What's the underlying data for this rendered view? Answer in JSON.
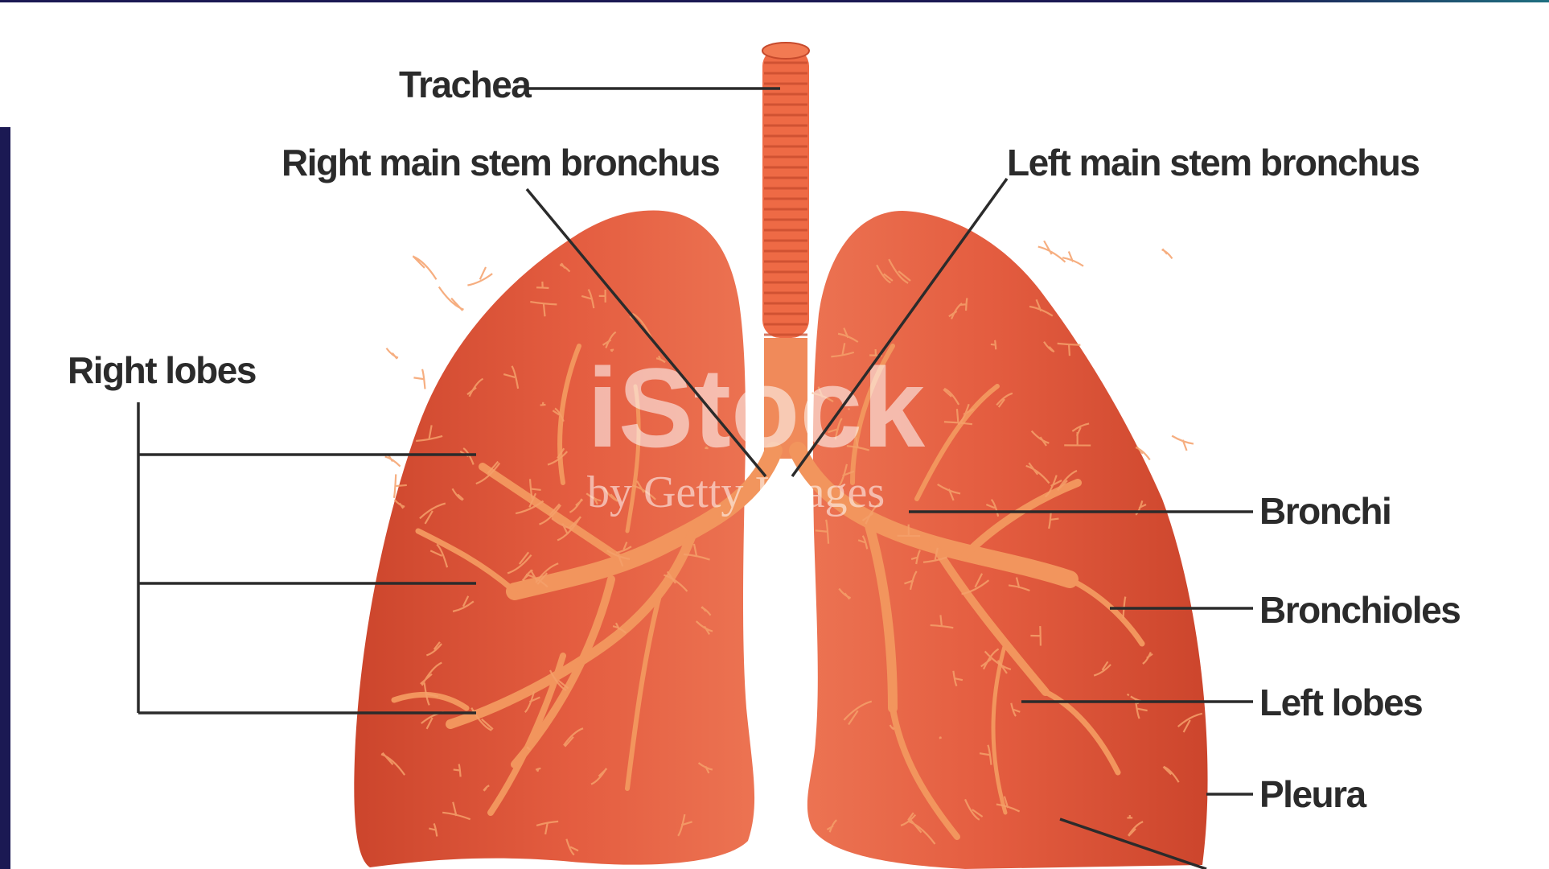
{
  "colors": {
    "frame_navy": "#1b1953",
    "lung_red": "#e0573c",
    "lung_edge": "#c9432b",
    "vessel": "#f2955d",
    "trachea": "#ee6a45",
    "label_text": "#2b2b2b"
  },
  "labels": {
    "trachea": "Trachea",
    "right_main_stem_bronchus": "Right main stem bronchus",
    "left_main_stem_bronchus": "Left main stem bronchus",
    "right_lobes": "Right lobes",
    "bronchi": "Bronchi",
    "bronchioles": "Bronchioles",
    "left_lobes": "Left lobes",
    "pleura": "Pleura"
  },
  "watermark": {
    "brand": "iStock",
    "byline": "by Getty Images"
  }
}
